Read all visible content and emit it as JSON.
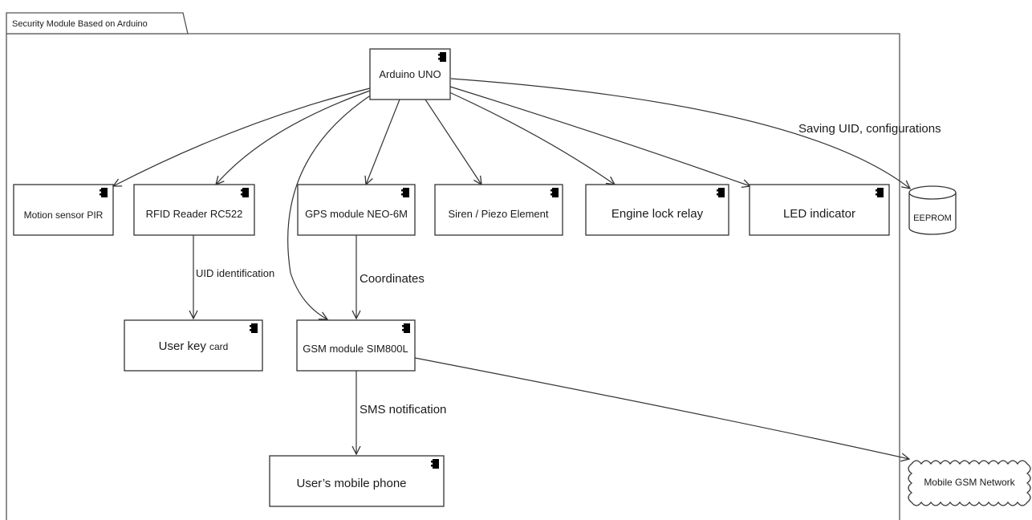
{
  "package": {
    "title": "Security Module Based on Arduino"
  },
  "components": {
    "arduino": "Arduino UNO",
    "motion": "Motion sensor PIR",
    "rfid": "RFID Reader RC522",
    "gps": "GPS module NEO-6M",
    "siren": "Siren / Piezo Element",
    "engine": "Engine lock relay",
    "led": "LED indicator",
    "keycard_main": "User key ",
    "keycard_small": "card",
    "gsm": "GSM module SIM800L",
    "phone": "User’s mobile phone"
  },
  "storage": {
    "eeprom": "EEPROM"
  },
  "external": {
    "network": "Mobile GSM Network"
  },
  "connections": {
    "uid_identification": "UID identification",
    "coordinates": "Coordinates",
    "sms_notification": "SMS notification",
    "saving_uid": "Saving UID, configurations"
  }
}
